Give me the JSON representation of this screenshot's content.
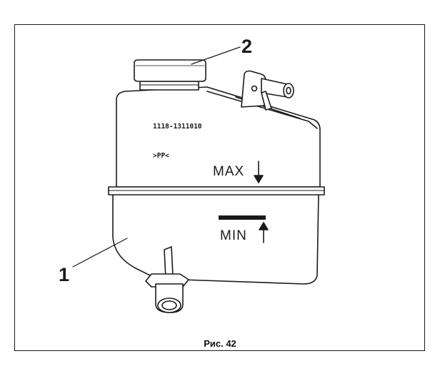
{
  "figure": {
    "caption": "Рис. 42",
    "callouts": [
      {
        "id": "tank",
        "label": "1"
      },
      {
        "id": "cap",
        "label": "2"
      }
    ],
    "markings": {
      "part_number": "1118-1311010",
      "material": ">PP<",
      "max_label": "MAX",
      "min_label": "MIN"
    },
    "colors": {
      "line": "#1a1a1a",
      "paper": "#ffffff"
    }
  }
}
